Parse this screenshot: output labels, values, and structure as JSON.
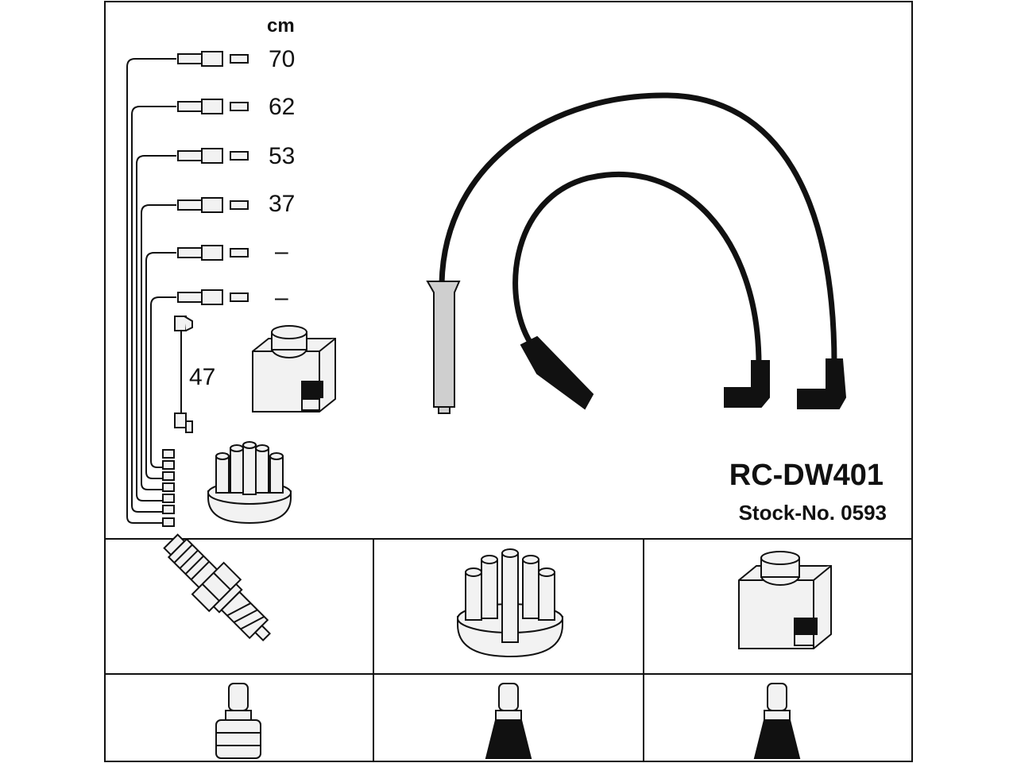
{
  "diagram": {
    "unit_label": "cm",
    "wire_lengths": [
      "70",
      "62",
      "53",
      "37",
      "–",
      "–"
    ],
    "coil_wire_length": "47",
    "model": "RC-DW401",
    "stock_number": "Stock-No. 0593"
  },
  "icons": {
    "spark_plug": "spark-plug-icon",
    "distributor_cap": "distributor-cap-icon",
    "ignition_coil": "ignition-coil-icon",
    "plug_connector_boot": "plug-boot-icon",
    "cap_connector_boot": "cap-boot-icon",
    "coil_connector_boot": "coil-boot-icon"
  },
  "colors": {
    "line": "#111111",
    "background": "#ffffff"
  }
}
